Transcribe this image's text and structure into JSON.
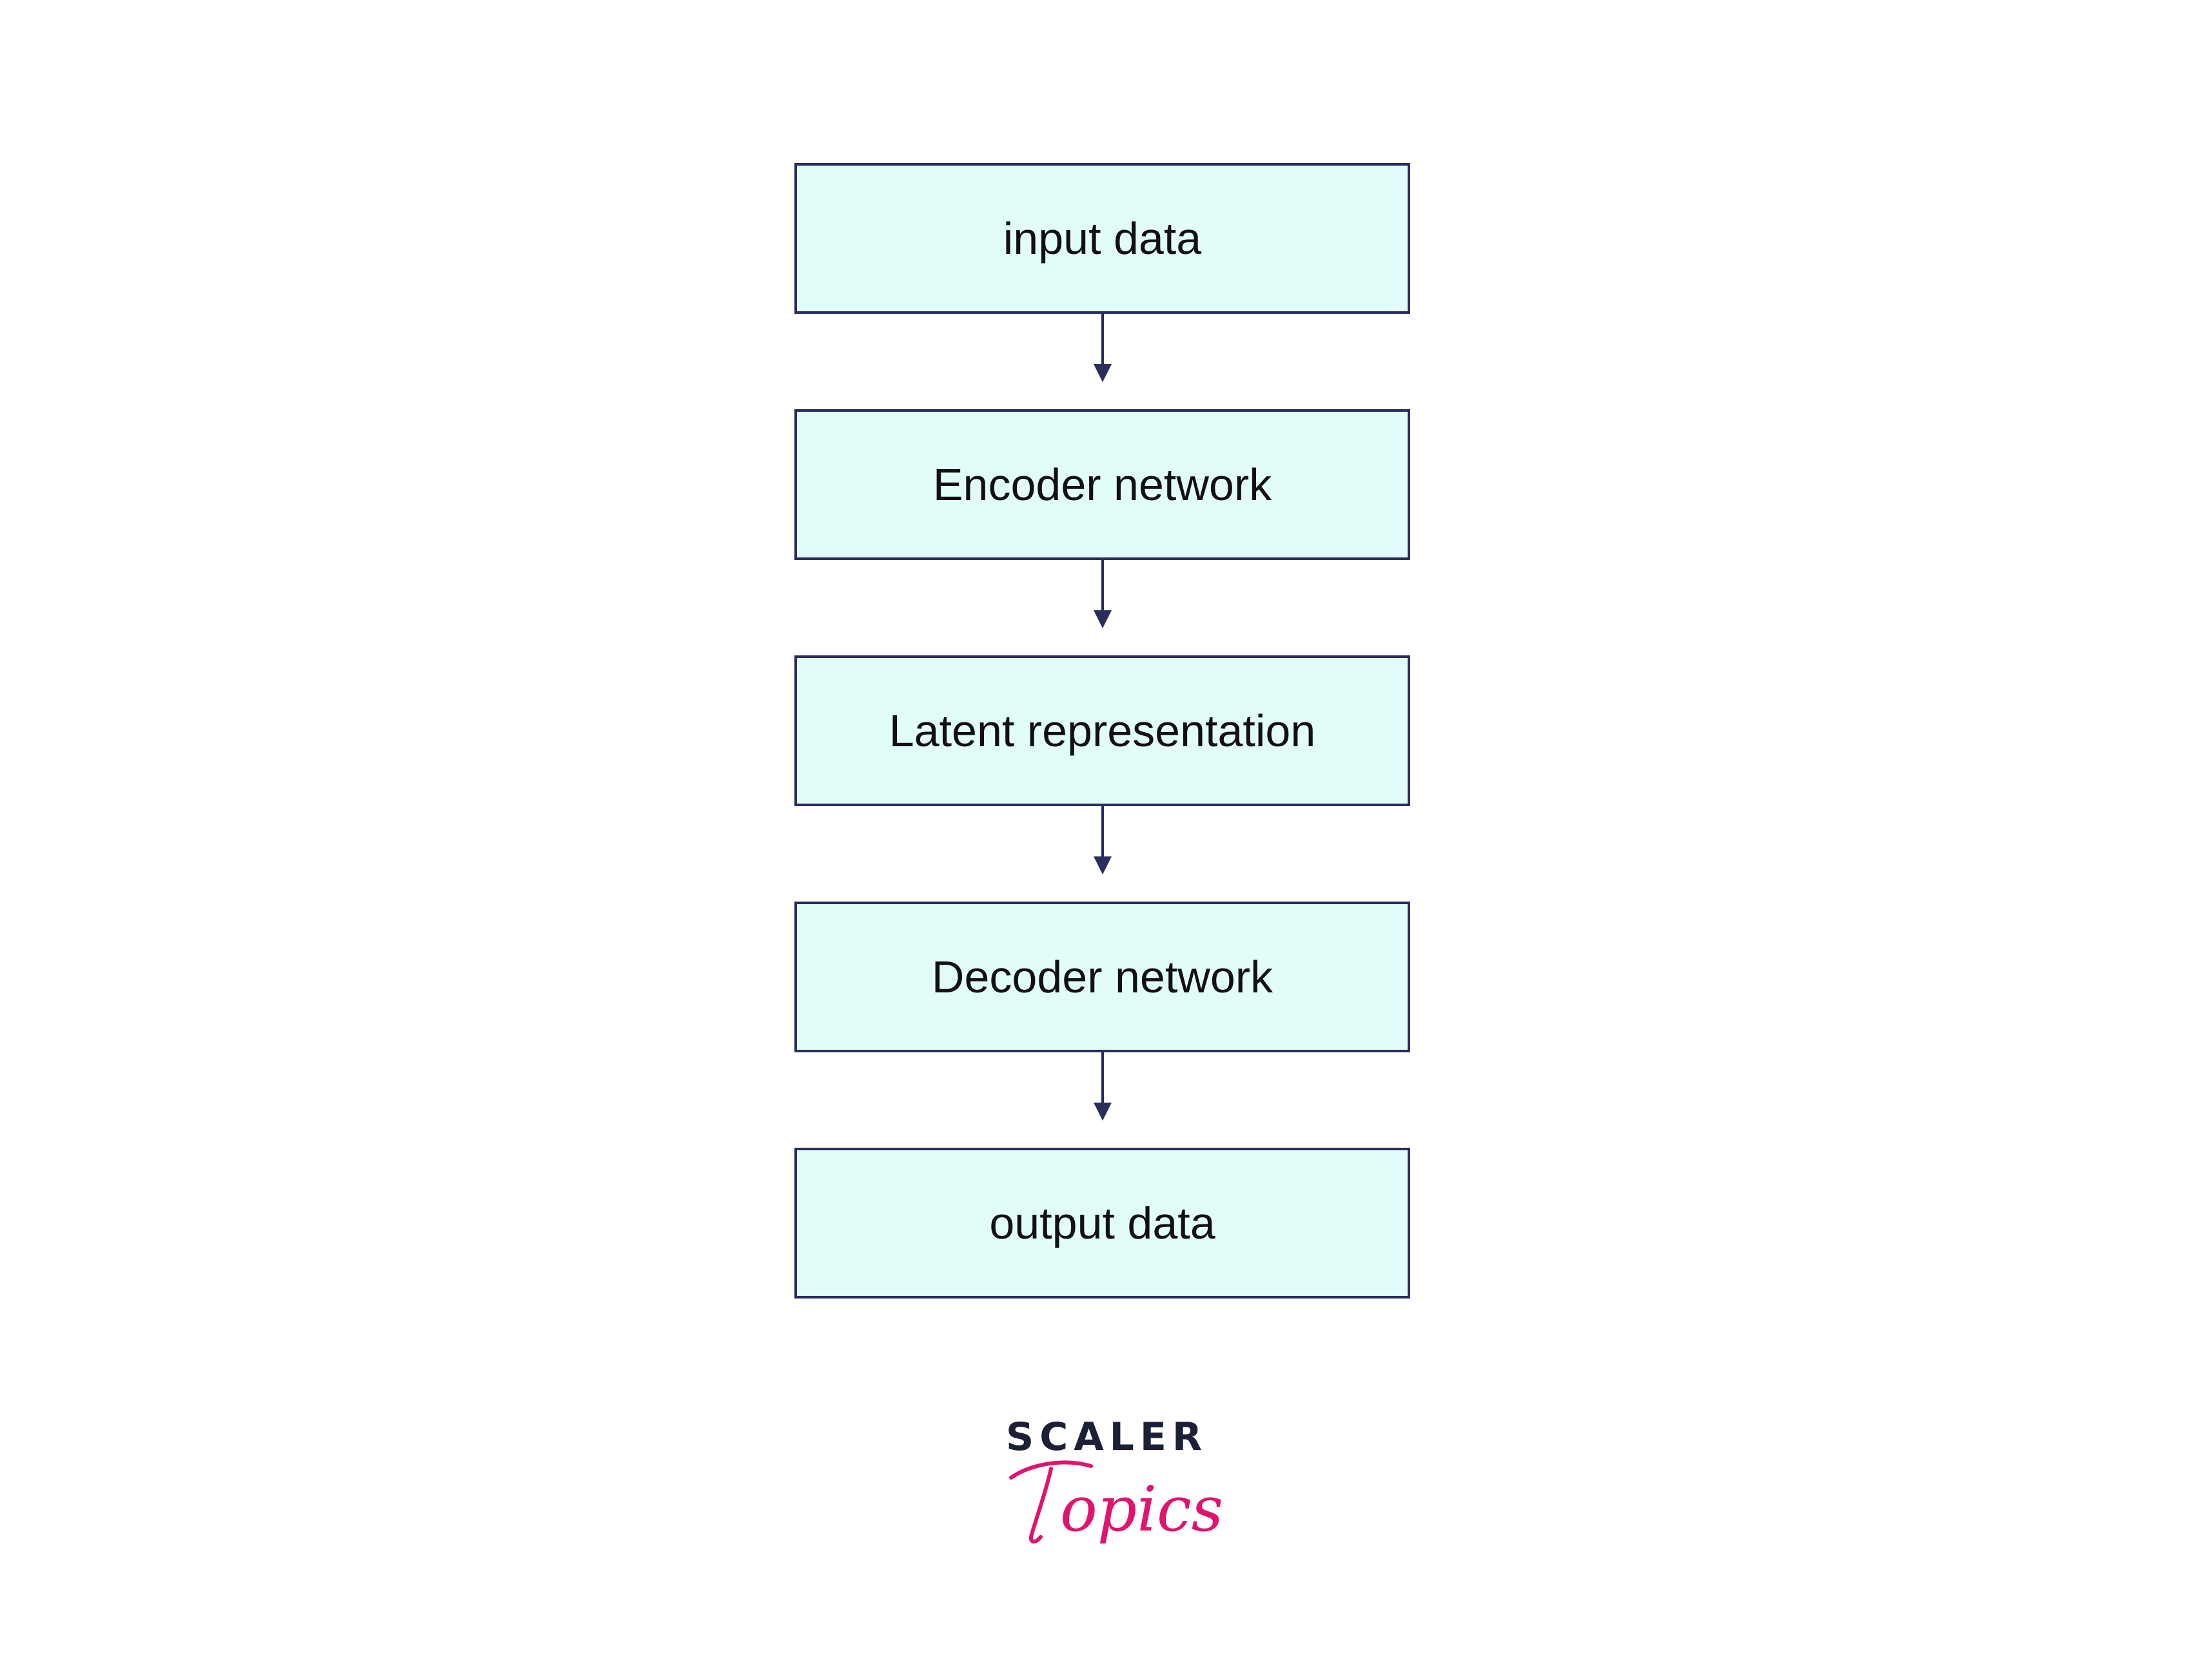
{
  "diagram": {
    "nodes": [
      {
        "id": "input",
        "label": "input data"
      },
      {
        "id": "encoder",
        "label": "Encoder network"
      },
      {
        "id": "latent",
        "label": "Latent representation"
      },
      {
        "id": "decoder",
        "label": "Decoder network"
      },
      {
        "id": "output",
        "label": "output data"
      }
    ],
    "edges": [
      {
        "from": "input",
        "to": "encoder"
      },
      {
        "from": "encoder",
        "to": "latent"
      },
      {
        "from": "latent",
        "to": "decoder"
      },
      {
        "from": "decoder",
        "to": "output"
      }
    ],
    "colors": {
      "box_fill": "#e2fdf9",
      "box_border": "#2b2d5a",
      "arrow": "#2b2d5a",
      "text": "#111111"
    }
  },
  "logo": {
    "word": "SCALER",
    "script": "Topics",
    "word_color": "#1b2036",
    "script_color": "#e0136e"
  }
}
